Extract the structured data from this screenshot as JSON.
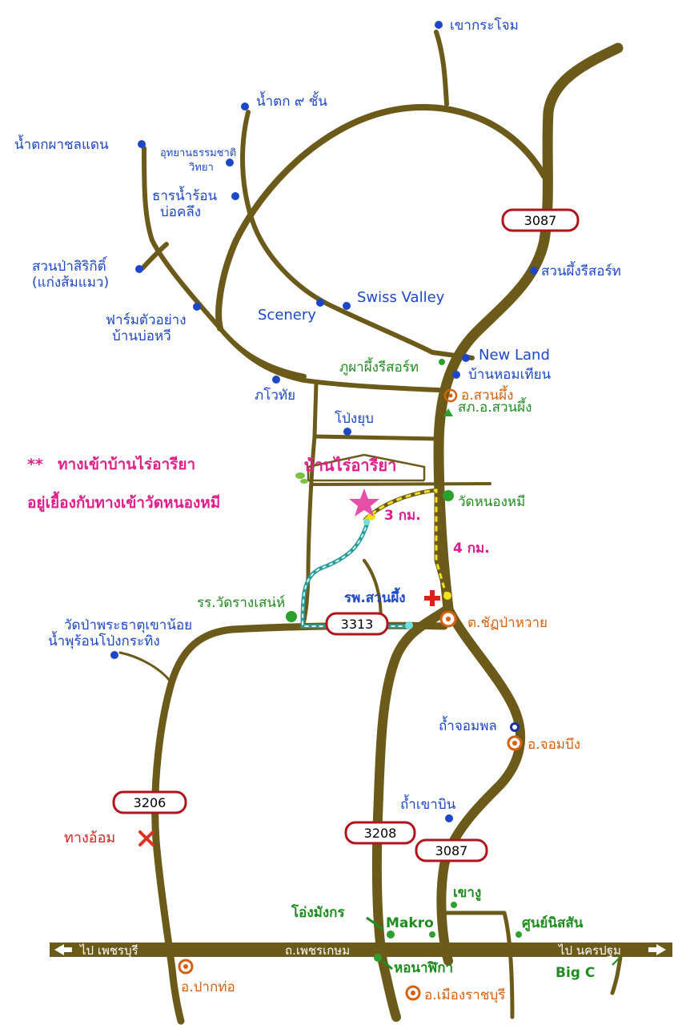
{
  "places_blue": {
    "khao_krajom": "เขากระโจม",
    "namtok_9": "น้ำตก ๙ ชั้น",
    "namtok_phachalaen": "น้ำตกผาชลแดน",
    "uthayan_line1": "อุทยานธรรมชาติ",
    "uthayan_line2": "วิทยา",
    "hotspring_line1": "ธารน้ำร้อน",
    "hotspring_line2": "บ่อคลึง",
    "suanpa_line1": "สวนป่าสิริกิติ์",
    "suanpa_line2": "(แก่งส้มแมว)",
    "farm_line1": "ฟาร์มตัวอย่าง",
    "farm_line2": "บ้านบ่อหวี",
    "scenery": "Scenery",
    "swiss_valley": "Swiss Valley",
    "suanphueng_resort": "สวนผึ้งรีสอร์ท",
    "new_land": "New Land",
    "ban_homthian": "บ้านหอมเทียน",
    "phowai": "ภโวทัย",
    "pong_yub": "โป่งยุบ",
    "hospital": "รพ.สวนผึ้ง",
    "wat_khaonoi_line1": "วัดป่าพระธาตุเขาน้อย",
    "wat_khaonoi_line2": "น้ำพุร้อนโป่งกระทิง",
    "cave_jomphon": "ถ้ำจอมพล",
    "cave_khaobin": "ถ้ำเขาบิน"
  },
  "places_green": {
    "phupha_resort": "ภูผาผึ้งรีสอร์ท",
    "police_suanphueng": "สภ.อ.สวนผึ้ง",
    "wat_nongmee": "วัดหนองหมี",
    "school_ratsen": "รร.วัดรางเสน่ห์",
    "ong_mangkon": "โอ่งมังกร",
    "makro": "Makro",
    "khao_ngu": "เขางู",
    "nisson_center": "ศูนย์นิสสัน",
    "clock_tower": "หอนาฬิกา",
    "big_c": "Big C"
  },
  "places_orange": {
    "amphoe_suanphueng": "อ.สวนผึ้ง",
    "tambon_chatpawai": "ต.ชัฏป่าหวาย",
    "amphoe_jombueng": "อ.จอมบึง",
    "amphoe_pakthor": "อ.ปากท่อ",
    "amphoe_muang": "อ.เมืองราชบุรี"
  },
  "notes": {
    "stars": "**",
    "entrance_line1": "ทางเข้าบ้านไร่อารียา",
    "entrance_line2": "อยู่เยื้องกับทางเข้าวัดหนองหมี",
    "dist_3km": "3 กม.",
    "dist_4km": "4 กม.",
    "detour": "ทางอ้อม",
    "resort_name": "บ้านไร่อารียา"
  },
  "highways": {
    "h3087_top": "3087",
    "h3313": "3313",
    "h3206": "3206",
    "h3208": "3208",
    "h3087_bottom": "3087"
  },
  "main_road": {
    "name": "ถ.เพชรเกษม",
    "to_west": "ไป เพชรบุรี",
    "to_east": "ไป นครปฐม"
  },
  "colors": {
    "road": "#6b5a19",
    "blue_text": "#1d47c9",
    "green_text": "#1f8c1f",
    "orange_text": "#d8600c",
    "pink_text": "#e0208a",
    "highway_border": "#b0141c",
    "route_yellow": "#f2e21a",
    "route_teal": "#2a9c9a"
  }
}
